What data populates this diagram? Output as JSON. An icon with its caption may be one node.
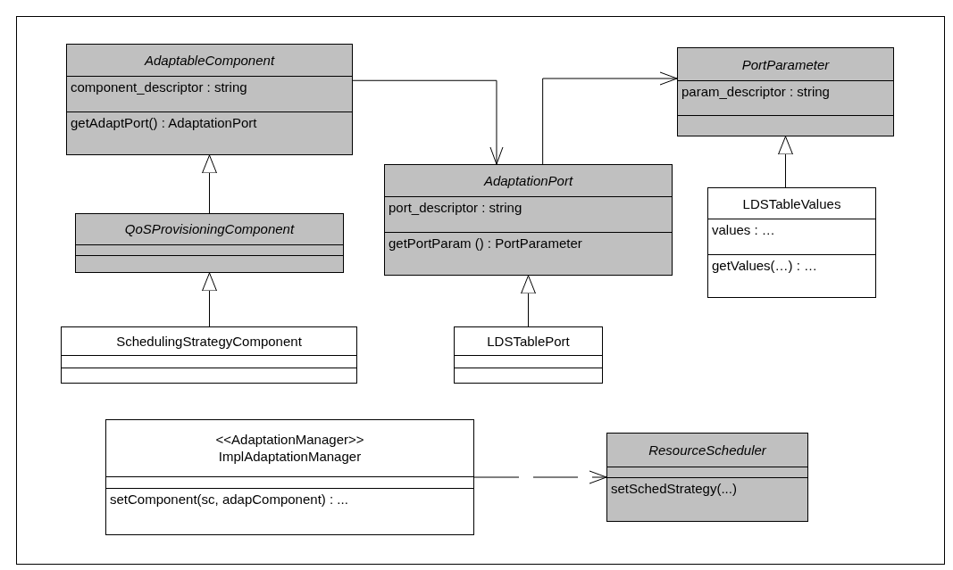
{
  "diagram": {
    "nodes": [
      {
        "text": [
          "AdaptableComponent",
          "component_descriptor : string",
          "getAdaptPort() : AdaptationPort"
        ]
      },
      {
        "text": [
          "QoSProvisioningComponent"
        ]
      },
      {
        "text": [
          "SchedulingStrategyComponent"
        ]
      },
      {
        "text": [
          "AdaptationPort",
          "port_descriptor : string",
          "getPortParam () : PortParameter"
        ]
      },
      {
        "text": [
          "LDSTablePort"
        ]
      },
      {
        "text": [
          "PortParameter",
          "param_descriptor : string"
        ]
      },
      {
        "text": [
          "LDSTableValues",
          "values : …",
          "getValues(…) : …"
        ]
      },
      {
        "text": [
          "<<AdaptationManager>>",
          "ImplAdaptationManager",
          "setComponent(sc, adapComponent) : ..."
        ]
      },
      {
        "text": [
          "ResourceScheduler",
          "setSchedStrategy(...)"
        ]
      }
    ],
    "edges": [
      {
        "from": 1,
        "to": 0,
        "arrow": "to"
      },
      {
        "from": 2,
        "to": 1,
        "arrow": "to"
      },
      {
        "from": 4,
        "to": 3,
        "arrow": "to"
      },
      {
        "from": 6,
        "to": 5,
        "arrow": "to"
      },
      {
        "from": 0,
        "to": 3,
        "arrow": "to"
      },
      {
        "from": 3,
        "to": 5,
        "arrow": "to"
      },
      {
        "from": 7,
        "to": 8,
        "arrow": "to",
        "style": "dashed"
      }
    ]
  }
}
